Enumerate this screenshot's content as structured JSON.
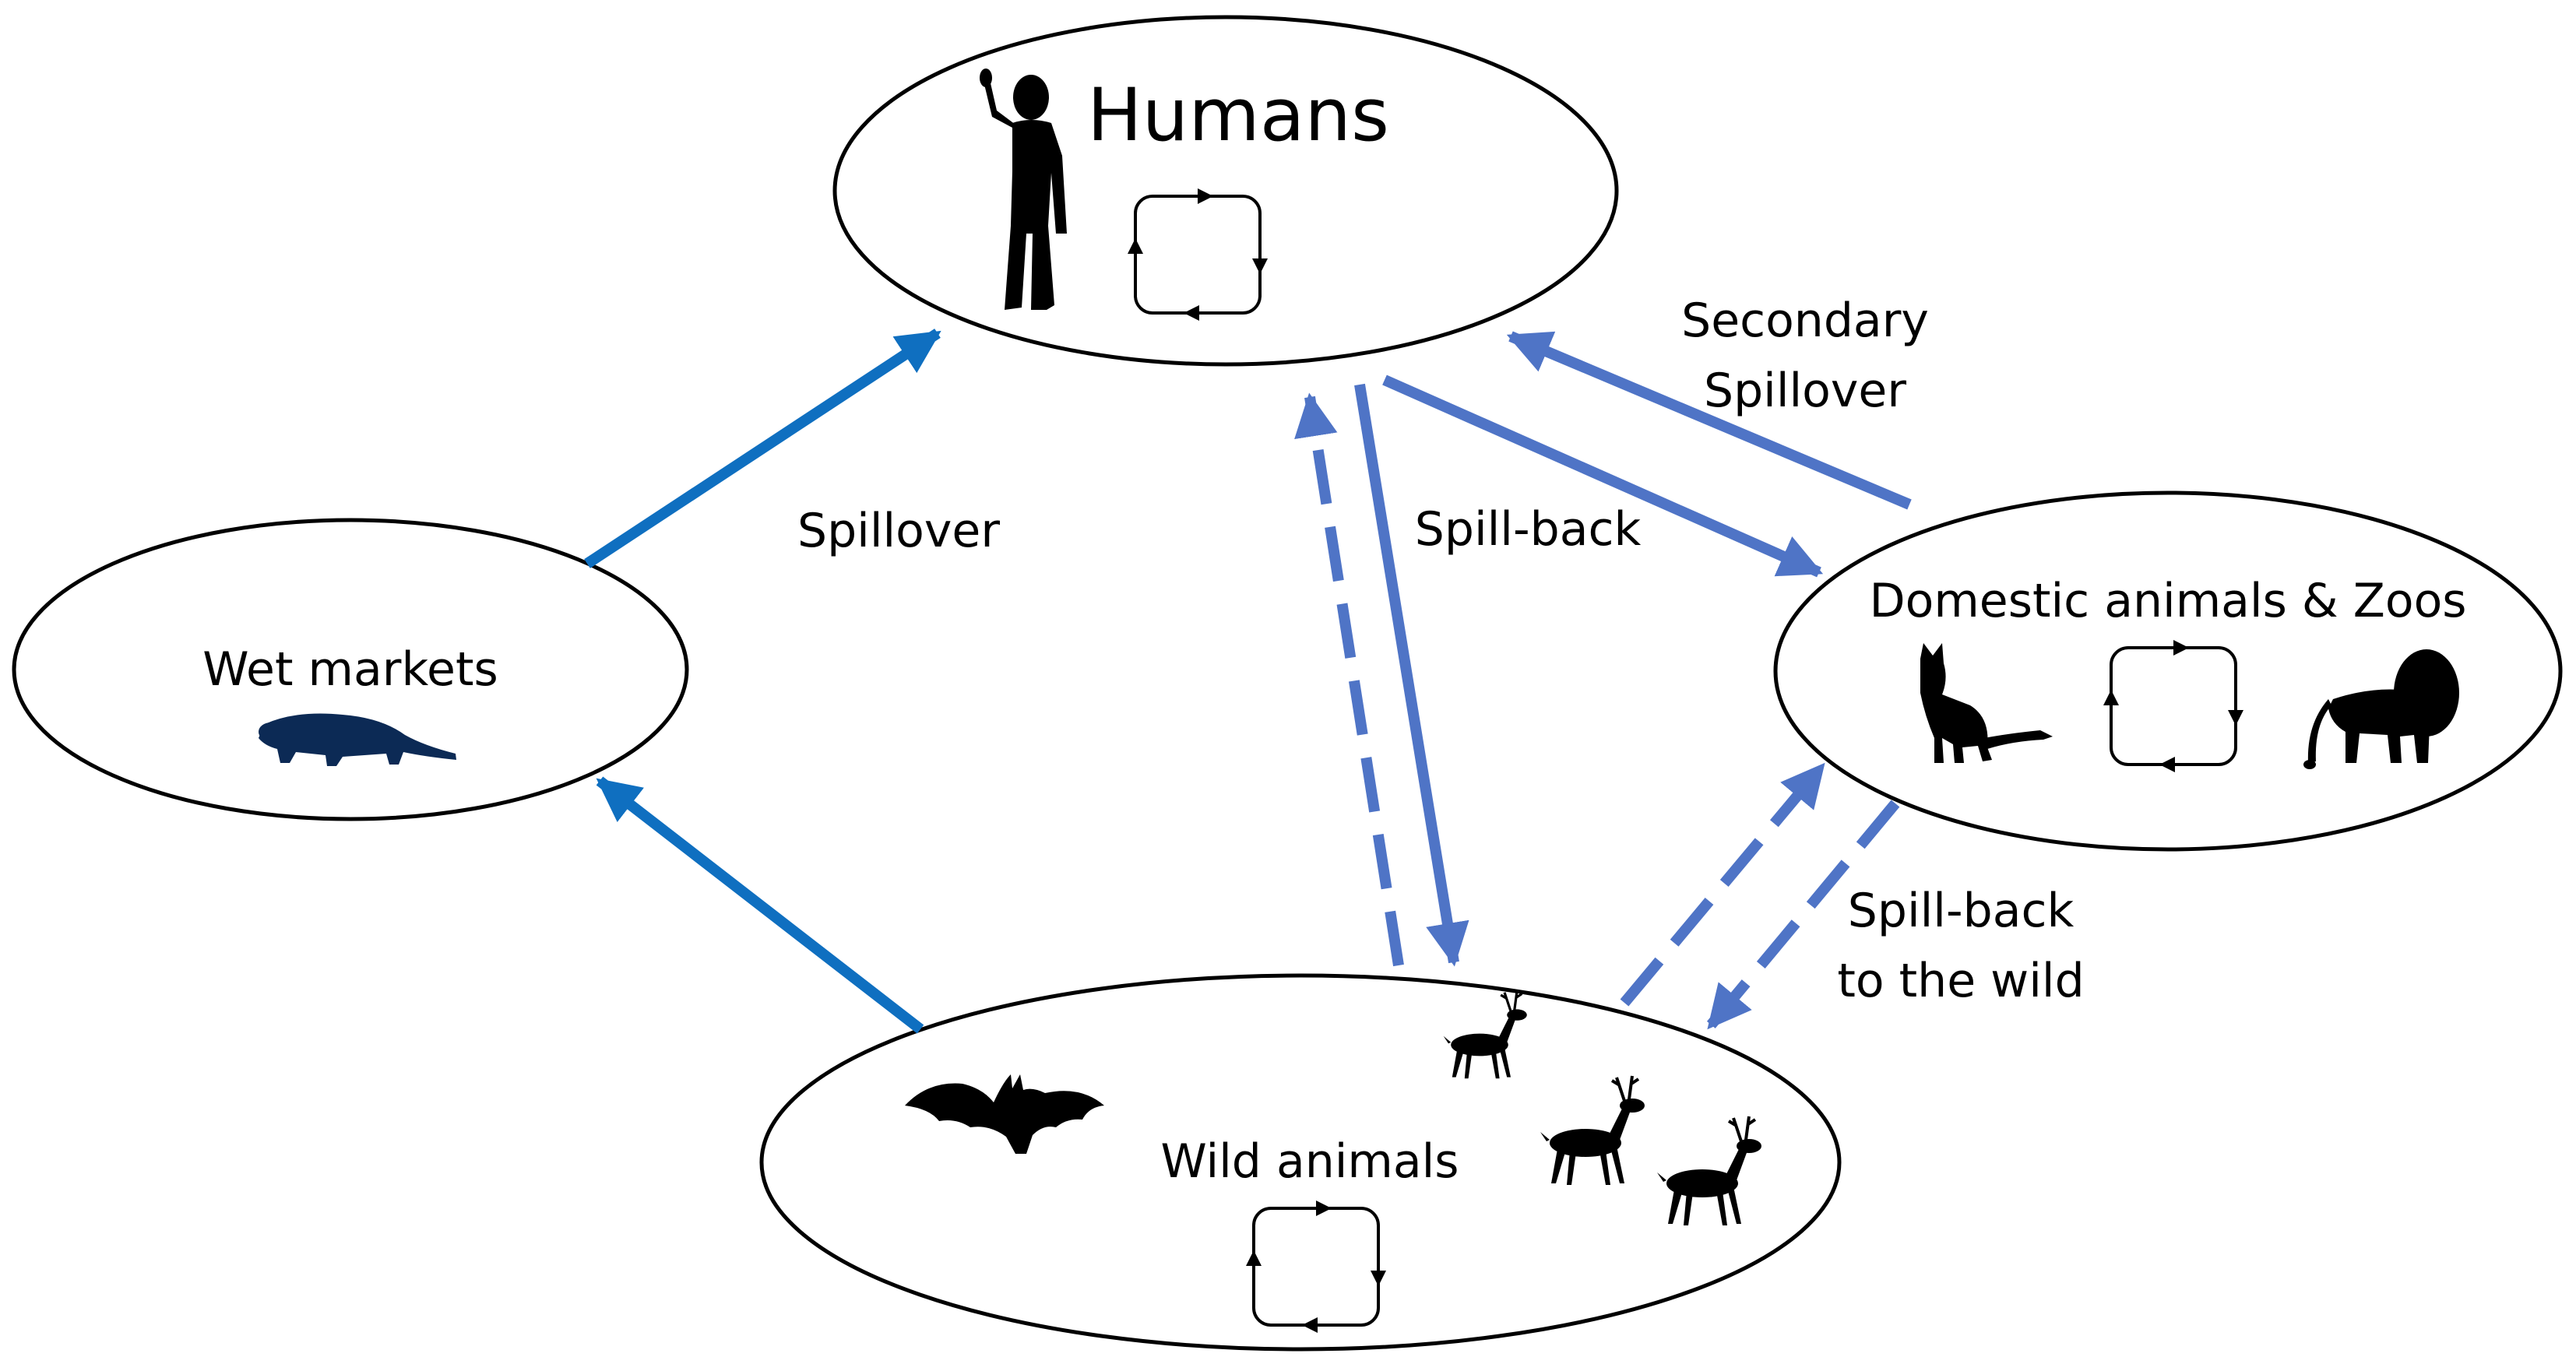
{
  "nodes": {
    "humans": {
      "label": "Humans"
    },
    "wet_markets": {
      "label": "Wet markets"
    },
    "domestic": {
      "label": "Domestic animals & Zoos"
    },
    "wild": {
      "label": "Wild animals"
    }
  },
  "edges": {
    "spillover": {
      "label": "Spillover"
    },
    "spill_back": {
      "label": "Spill-back"
    },
    "secondary": {
      "line1": "Secondary",
      "line2": "Spillover"
    },
    "spill_back_wild": {
      "line1": "Spill-back",
      "line2": "to the wild"
    }
  },
  "colors": {
    "arrow_solid": "#0f6fc0",
    "arrow_slate": "#4f74c6",
    "outline": "#000000",
    "wet_market_animal": "#0c2a55"
  },
  "icons": [
    "human-silhouette-icon",
    "cycle-icon",
    "civet-icon",
    "cat-icon",
    "lion-icon",
    "bat-icon",
    "deer-icon"
  ]
}
